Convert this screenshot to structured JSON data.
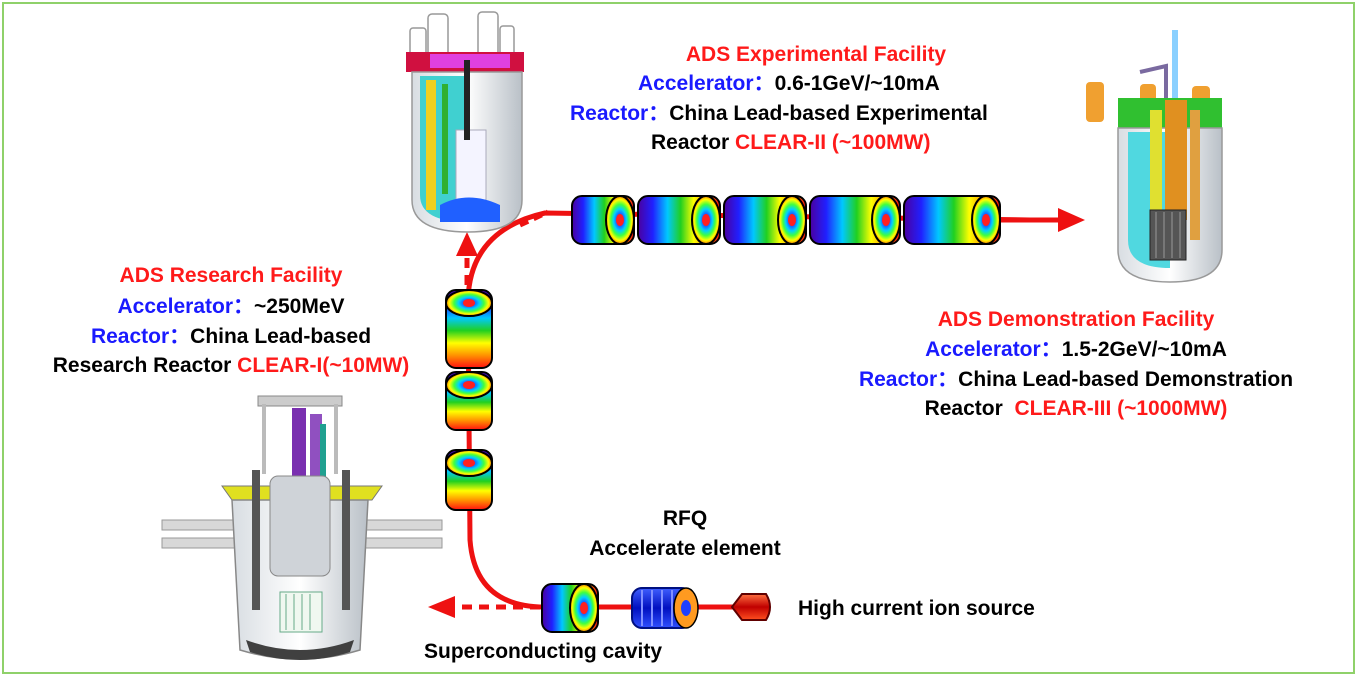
{
  "experimental": {
    "title": "ADS Experimental Facility",
    "accel_label": "Accelerator：",
    "accel_value": "0.6-1GeV/~10mA",
    "reactor_label": "Reactor：",
    "reactor_value_1": "China Lead-based Experimental",
    "reactor_value_2_prefix": "Reactor",
    "reactor_name": "CLEAR-II (~100MW)"
  },
  "research": {
    "title": "ADS Research Facility",
    "accel_label": "Accelerator：",
    "accel_value": "~250MeV",
    "reactor_label": "Reactor：",
    "reactor_value_1": "China Lead-based",
    "reactor_value_2_prefix": "Research Reactor",
    "reactor_name": "CLEAR-I(~10MW)"
  },
  "demonstration": {
    "title": "ADS Demonstration Facility",
    "accel_label": "Accelerator：",
    "accel_value": "1.5-2GeV/~10mA",
    "reactor_label": "Reactor：",
    "reactor_value_1": "China Lead-based Demonstration",
    "reactor_value_2_prefix": "Reactor",
    "reactor_name": "CLEAR-III (~1000MW)"
  },
  "components": {
    "rfq_line1": "RFQ",
    "rfq_line2": "Accelerate element",
    "ion_source": "High current ion source",
    "sc_cavity": "Superconducting cavity"
  },
  "colors": {
    "title_red": "#ff1a1a",
    "label_blue": "#1a1aff",
    "beam_red": "#ee1111",
    "frame_green": "#8fd16a"
  }
}
